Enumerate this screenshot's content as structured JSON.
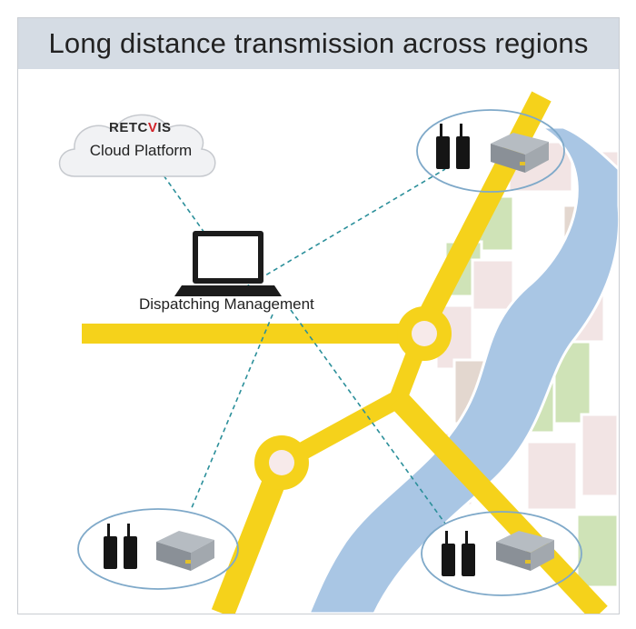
{
  "title": "Long distance transmission across regions",
  "cloud": {
    "brand": "RETCVIS",
    "brand_prefix": "RETC",
    "brand_mark": "V",
    "brand_suffix": "IS",
    "label": "Cloud Platform"
  },
  "dispatch": {
    "label": "Dispatching Management"
  },
  "colors": {
    "header_bg": "#d5dce4",
    "road": "#f5d21b",
    "river": "#a9c6e4",
    "park": "#cfe3b7",
    "block": "#f2e4e4",
    "link": "#2b8f9a",
    "ellipse": "#7fa9c9"
  },
  "sites": [
    {
      "name": "top-right-site",
      "icons": [
        "walkie-talkie-icon",
        "walkie-talkie-icon",
        "repeater-icon"
      ]
    },
    {
      "name": "bottom-left-site",
      "icons": [
        "walkie-talkie-icon",
        "walkie-talkie-icon",
        "repeater-icon"
      ]
    },
    {
      "name": "bottom-right-site",
      "icons": [
        "walkie-talkie-icon",
        "walkie-talkie-icon",
        "repeater-icon"
      ]
    }
  ]
}
